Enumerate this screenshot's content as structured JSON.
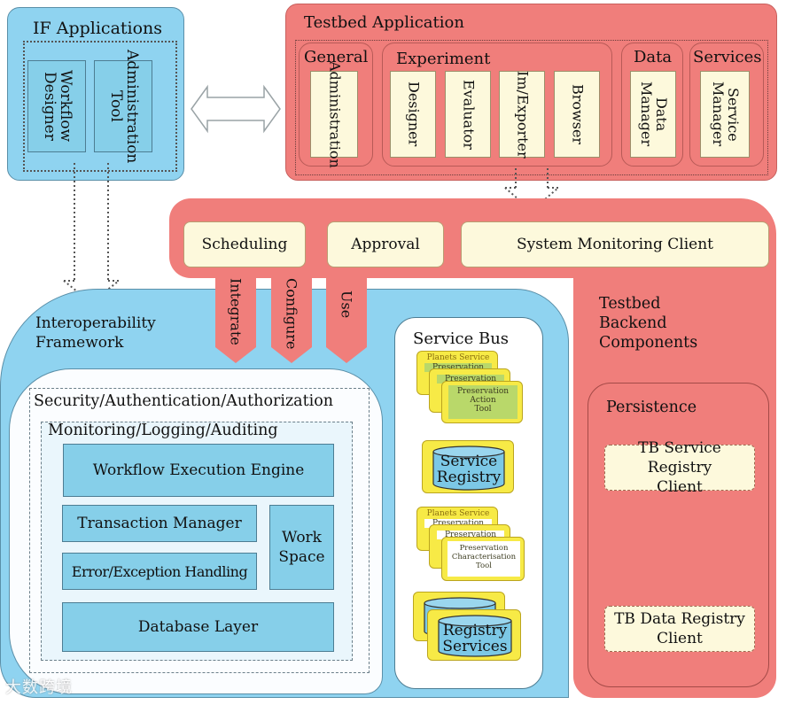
{
  "colors": {
    "blue": "#8fd3f0",
    "red": "#f07e7b",
    "cream": "#fdf9dc",
    "ticket_yellow": "#f7ea46",
    "ticket_green": "#b9d86a"
  },
  "if_applications": {
    "title": "IF Applications",
    "items": [
      {
        "label": "Workflow Designer"
      },
      {
        "label": "Administration Tool"
      }
    ]
  },
  "double_arrow": {
    "icon": "bidirectional-arrow-icon"
  },
  "testbed_application": {
    "title": "Testbed Application",
    "groups": [
      {
        "title": "General",
        "items": [
          "Administration"
        ]
      },
      {
        "title": "Experiment",
        "items": [
          "Designer",
          "Evaluator",
          "Im/Exporter",
          "Browser"
        ]
      },
      {
        "title": "Data",
        "items": [
          "Data Manager"
        ]
      },
      {
        "title": "Services",
        "items": [
          "Service Manager"
        ]
      }
    ]
  },
  "backend": {
    "title": "Testbed Backend Components",
    "title_lines": [
      "Testbed",
      "Backend",
      "Components"
    ],
    "top_items": [
      "Scheduling",
      "Approval",
      "System Monitoring Client"
    ],
    "connectors": [
      "Integrate",
      "Configure",
      "Use"
    ],
    "persistence": {
      "title": "Persistence",
      "items": [
        {
          "line1": "TB Service Registry",
          "line2": "Client"
        },
        {
          "line1": "TB Data Registry",
          "line2": "Client"
        }
      ]
    }
  },
  "interoperability_framework": {
    "title_lines": [
      "Interoperability",
      "Framework"
    ],
    "security_label": "Security/Authentication/Authorization",
    "monitoring_label": "Monitoring/Logging/Auditing",
    "components": {
      "workflow_engine": "Workflow Execution Engine",
      "transaction_manager": "Transaction Manager",
      "error_handling": "Error/Exception Handling",
      "workspace_line1": "Work",
      "workspace_line2": "Space",
      "database_layer": "Database Layer"
    }
  },
  "service_bus": {
    "title": "Service Bus",
    "action_stack": {
      "header": "Planets Service",
      "layers": [
        "Preservation",
        "Preservation"
      ],
      "front_lines": [
        "Preservation",
        "Action",
        "Tool"
      ]
    },
    "service_registry": {
      "line1": "Service",
      "line2": "Registry"
    },
    "characterisation_stack": {
      "header": "Planets Service",
      "layers": [
        "Preservation",
        "Preservation"
      ],
      "front_lines": [
        "Preservation",
        "Characterisation",
        "Tool"
      ]
    },
    "registry_services": {
      "line1": "Registry",
      "line2": "Services"
    }
  },
  "watermark": "大数跨境"
}
